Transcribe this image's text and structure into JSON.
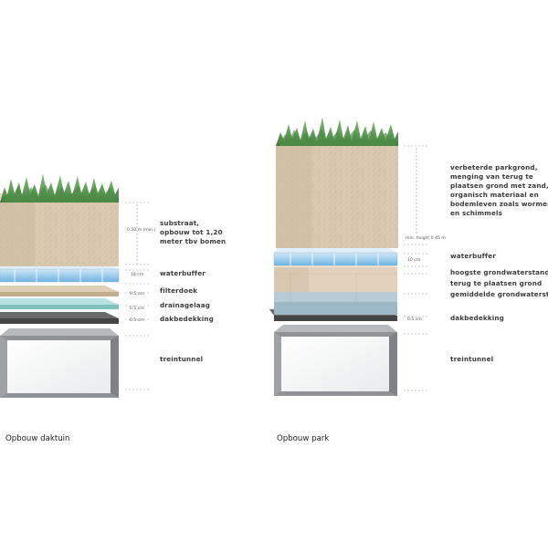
{
  "left": {
    "caption": "Opbouw daktuin",
    "labels": {
      "substraat": [
        "substraat,",
        "opbouw tot 1,20",
        "meter tbv bomen"
      ],
      "waterbuffer": "waterbuffer",
      "filterdoek": "filterdoek",
      "drainagelaag": "drainagelaag",
      "dakbedekking": "dakbedekking",
      "treintunnel": "treintunnel"
    },
    "dims": {
      "substraat_min": "0.50 m (min.)",
      "waterbuffer": "10 cm",
      "filterdoek": "0.5 cm",
      "drainagelaag": "0.5 cm",
      "dakbedekking": "0.5 cm"
    }
  },
  "right": {
    "caption": "Opbouw park",
    "labels": {
      "parkgrond": [
        "verbeterde parkgrond,",
        "menging van terug te",
        "plaatsen grond met zand,",
        "organisch materiaal en",
        "bodemleven zoals wormen",
        "en schimmels"
      ],
      "waterbuffer": "waterbuffer",
      "hoogste": "hoogste grondwaterstand",
      "terug": "terug te plaatsen grond",
      "gemiddelde": "gemiddelde grondwaterstand",
      "dakbedekking": "dakbedekking",
      "treintunnel": "treintunnel"
    },
    "dims": {
      "min_height": "min. height 0.45 m",
      "waterbuffer": "10 cm",
      "dakbedekking": "0.5 cm"
    }
  },
  "colors": {
    "soil_front": "#d9c9b1",
    "soil_top": "#e6d8c4",
    "grass_dark": "#3f7d3c",
    "grass_light": "#8cc07d",
    "water_blue": "#8fc6e8",
    "tunnel_gray": "#8f9396",
    "roof_dark": "#4b4b4b"
  }
}
